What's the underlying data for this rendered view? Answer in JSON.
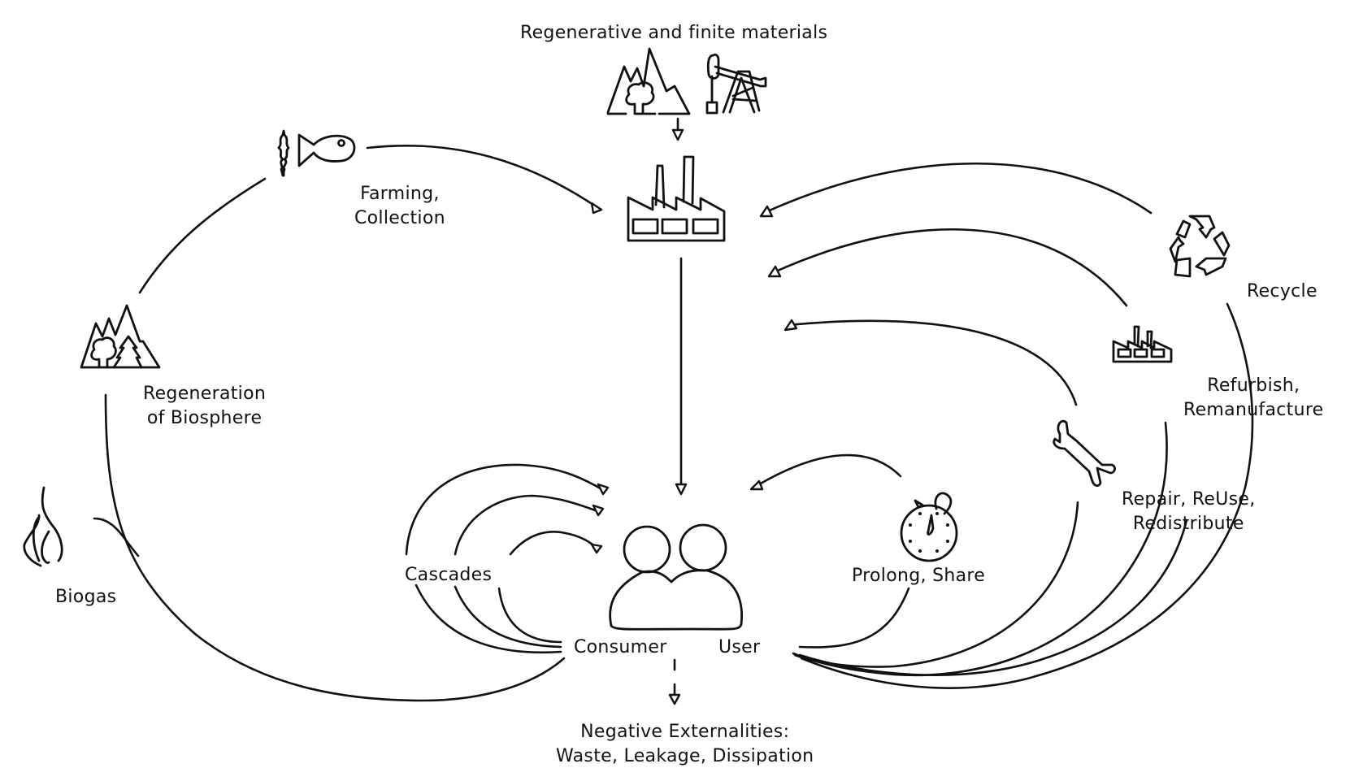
{
  "diagram": {
    "type": "circular-economy-flow",
    "stroke_color": "#111111",
    "background_color": "#ffffff",
    "labels": {
      "materials": "Regenerative and finite materials",
      "farming_line1": "Farming,",
      "farming_line2": "Collection",
      "regeneration_line1": "Regeneration",
      "regeneration_line2": "of Biosphere",
      "biogas": "Biogas",
      "cascades": "Cascades",
      "consumer": "Consumer",
      "user": "User",
      "prolong": "Prolong, Share",
      "repair_line1": "Repair, ReUse,",
      "repair_line2": "Redistribute",
      "refurbish_line1": "Refurbish,",
      "refurbish_line2": "Remanufacture",
      "recycle": "Recycle",
      "externalities_line1": "Negative Externalities:",
      "externalities_line2": "Waste, Leakage, Dissipation"
    },
    "icons": [
      "mountain-forest-icon",
      "oil-pump-icon",
      "wheat-icon",
      "fish-icon",
      "factory-icon",
      "biosphere-mountain-icon",
      "flame-icon",
      "people-icon",
      "stopwatch-icon",
      "wrench-icon",
      "small-factory-icon",
      "recycle-icon"
    ],
    "flows": [
      {
        "from": "Regenerative and finite materials",
        "to": "Factory"
      },
      {
        "from": "Farming, Collection",
        "to": "Factory"
      },
      {
        "from": "Factory",
        "to": "Consumer / User"
      },
      {
        "from": "Recycle",
        "to": "Factory"
      },
      {
        "from": "Refurbish, Remanufacture",
        "to": "Factory"
      },
      {
        "from": "Repair, ReUse, Redistribute",
        "to": "Factory"
      },
      {
        "from": "Prolong, Share",
        "to": "Consumer / User"
      },
      {
        "from": "Cascades",
        "to": "Consumer / User"
      },
      {
        "from": "Consumer / User",
        "to": "Negative Externalities"
      },
      {
        "from": "Consumer / User",
        "to": "Regeneration of Biosphere"
      },
      {
        "from": "Biogas",
        "to": "Regeneration of Biosphere"
      }
    ]
  }
}
